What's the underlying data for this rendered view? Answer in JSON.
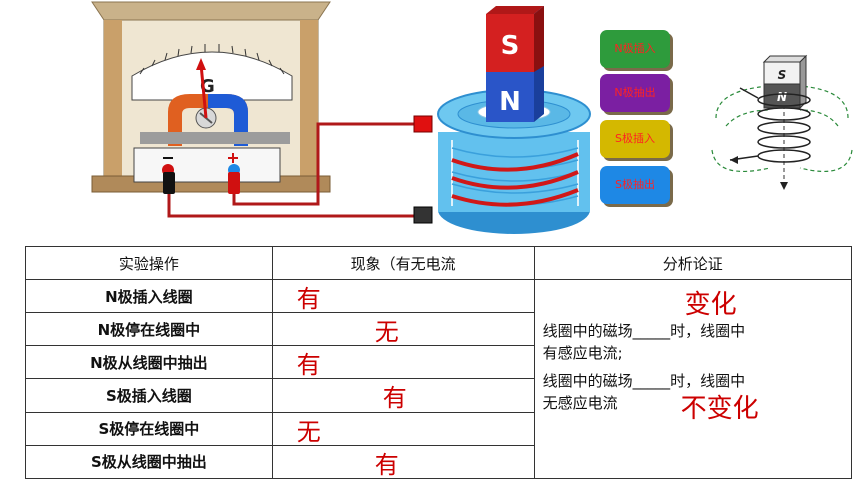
{
  "galvanometer": {
    "label": "G"
  },
  "magnet": {
    "top_pole": "S",
    "bottom_pole": "N"
  },
  "buttons": [
    {
      "label": "N极插入",
      "bg": "#2e9b3c",
      "color": "#ff2222"
    },
    {
      "label": "N极抽出",
      "bg": "#7b1fa2",
      "color": "#ff2222"
    },
    {
      "label": "S极插入",
      "bg": "#d4b800",
      "color": "#ff2222"
    },
    {
      "label": "S极抽出",
      "bg": "#1e88e5",
      "color": "#ff2222"
    }
  ],
  "side_diagram": {
    "top_pole": "S",
    "bottom_pole": "N"
  },
  "table": {
    "headers": [
      "实验操作",
      "现象（有无电流",
      "分析论证"
    ],
    "rows": [
      {
        "op": "N极插入线圈",
        "result": "有"
      },
      {
        "op": "N极停在线圈中",
        "result": "无"
      },
      {
        "op": "N极从线圈中抽出",
        "result": "有"
      },
      {
        "op": "S极插入线圈",
        "result": "有"
      },
      {
        "op": "S极停在线圈中",
        "result": "无"
      },
      {
        "op": "S极从线圈中抽出",
        "result": "有"
      }
    ],
    "analysis": {
      "line1": "线圈中的磁场_____时，线圈中",
      "line2": "有感应电流;",
      "line3": "线圈中的磁场_____时，线圈中",
      "line4": "无感应电流",
      "answer1": "变化",
      "answer2": "不变化"
    }
  },
  "colors": {
    "accent_red": "#cc0000",
    "wire": "#b0181a",
    "coil": "#4fb6e8"
  }
}
